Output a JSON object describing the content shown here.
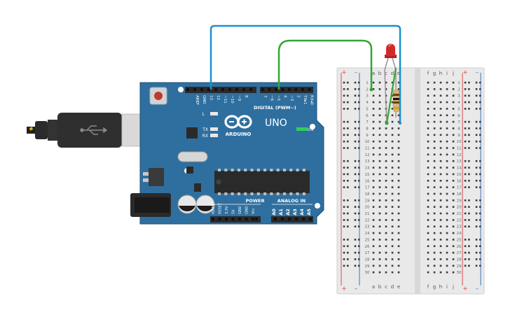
{
  "arduino": {
    "brand": "ARDUINO",
    "model": "UNO",
    "digital_label": "DIGITAL (PWM~)",
    "power_label": "POWER",
    "analog_label": "ANALOG IN",
    "on_label": "ON",
    "led_l": "L",
    "led_tx": "TX",
    "led_rx": "RX",
    "digital_pins": [
      "AREF",
      "GND",
      "13",
      "12",
      "~11",
      "~10",
      "~9",
      "8",
      "7",
      "~6",
      "~5",
      "4",
      "~3",
      "2",
      "TX▸1",
      "RX◂0"
    ],
    "power_pins": [
      "IOREF",
      "RESET",
      "3.3V",
      "5V",
      "GND",
      "GND",
      "Vin"
    ],
    "analog_pins": [
      "A0",
      "A1",
      "A2",
      "A3",
      "A4",
      "A5"
    ]
  },
  "breadboard": {
    "columns_left": [
      "a",
      "b",
      "c",
      "d",
      "e"
    ],
    "columns_right": [
      "f",
      "g",
      "h",
      "i",
      "j"
    ],
    "row_count": 30,
    "plus_label": "+",
    "minus_label": "–"
  },
  "colors": {
    "board_blue": "#2f6f9f",
    "wire_blue": "#1d8fd0",
    "wire_green": "#33a534",
    "led_red": "#d22a2a",
    "rail_red": "#e04848",
    "rail_blue": "#3b73c8"
  },
  "icons": [
    "usb-icon",
    "infinity-logo-icon",
    "reset-button-icon",
    "led-icon",
    "resistor-icon",
    "power-jack-icon"
  ]
}
